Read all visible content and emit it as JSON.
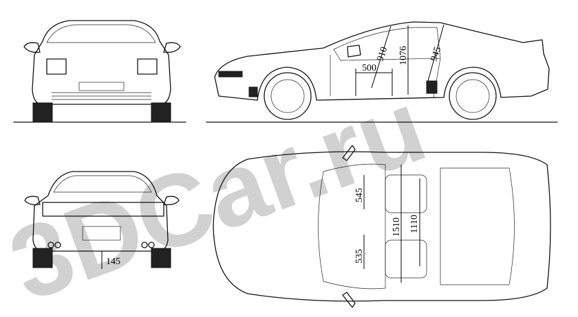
{
  "watermark": "3DCar.ru",
  "views": [
    "front-view",
    "side-view",
    "rear-view",
    "top-view"
  ],
  "dimensions": {
    "side_diag_front": "910",
    "side_height_b_pillar": "1076",
    "side_diag_rear": "945",
    "side_seat_length": "500",
    "top_seat_width_upper": "545",
    "top_interior_width": "1510",
    "top_rear_width": "1110",
    "top_seat_width_lower": "535",
    "rear_ground_clearance": "145"
  },
  "colors": {
    "line": "#111111",
    "watermark": "#9a9a9a"
  }
}
